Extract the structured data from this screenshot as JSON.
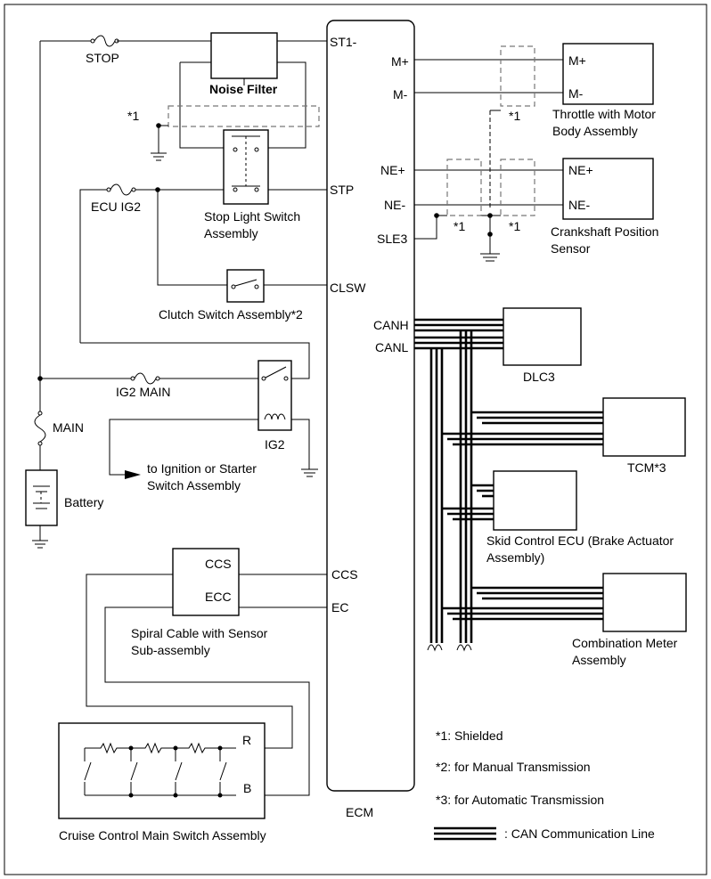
{
  "ecm": {
    "label": "ECM",
    "pins": {
      "st1": "ST1-",
      "mplus": "M+",
      "mminus": "M-",
      "neplus": "NE+",
      "neminus": "NE-",
      "sle3": "SLE3",
      "stp": "STP",
      "clsw": "CLSW",
      "canh": "CANH",
      "canl": "CANL",
      "ccs": "CCS",
      "ec": "EC"
    }
  },
  "fuses": {
    "stop": "STOP",
    "ecu_ig2": "ECU IG2",
    "ig2_main": "IG2 MAIN",
    "main": "MAIN"
  },
  "components": {
    "noise_filter": "Noise Filter",
    "stop_light_switch": [
      "Stop Light Switch",
      "Assembly"
    ],
    "clutch_switch": "Clutch Switch Assembly*2",
    "ig2_relay": "IG2",
    "to_ignition": [
      "to Ignition or Starter",
      "Switch Assembly"
    ],
    "battery": "Battery",
    "spiral_cable": {
      "name": [
        "Spiral Cable with Sensor",
        "Sub-assembly"
      ],
      "pin_ccs": "CCS",
      "pin_ecc": "ECC"
    },
    "cruise_switch": {
      "name": "Cruise Control Main Switch Assembly",
      "pin_r": "R",
      "pin_b": "B"
    },
    "throttle": {
      "name": [
        "Throttle with Motor",
        "Body Assembly"
      ],
      "pin_mplus": "M+",
      "pin_mminus": "M-"
    },
    "crank_sensor": {
      "name": [
        "Crankshaft Position",
        "Sensor"
      ],
      "pin_neplus": "NE+",
      "pin_neminus": "NE-"
    },
    "dlc3": "DLC3",
    "tcm": "TCM*3",
    "skid_ecu": [
      "Skid Control ECU (Brake Actuator",
      "Assembly)"
    ],
    "combination_meter": [
      "Combination Meter",
      "Assembly"
    ]
  },
  "shield_marks": [
    "*1",
    "*1",
    "*1",
    "*1"
  ],
  "notes": [
    "*1: Shielded",
    "*2: for Manual Transmission",
    "*3: for Automatic Transmission"
  ],
  "legend": {
    "can_line": ": CAN Communication Line"
  }
}
